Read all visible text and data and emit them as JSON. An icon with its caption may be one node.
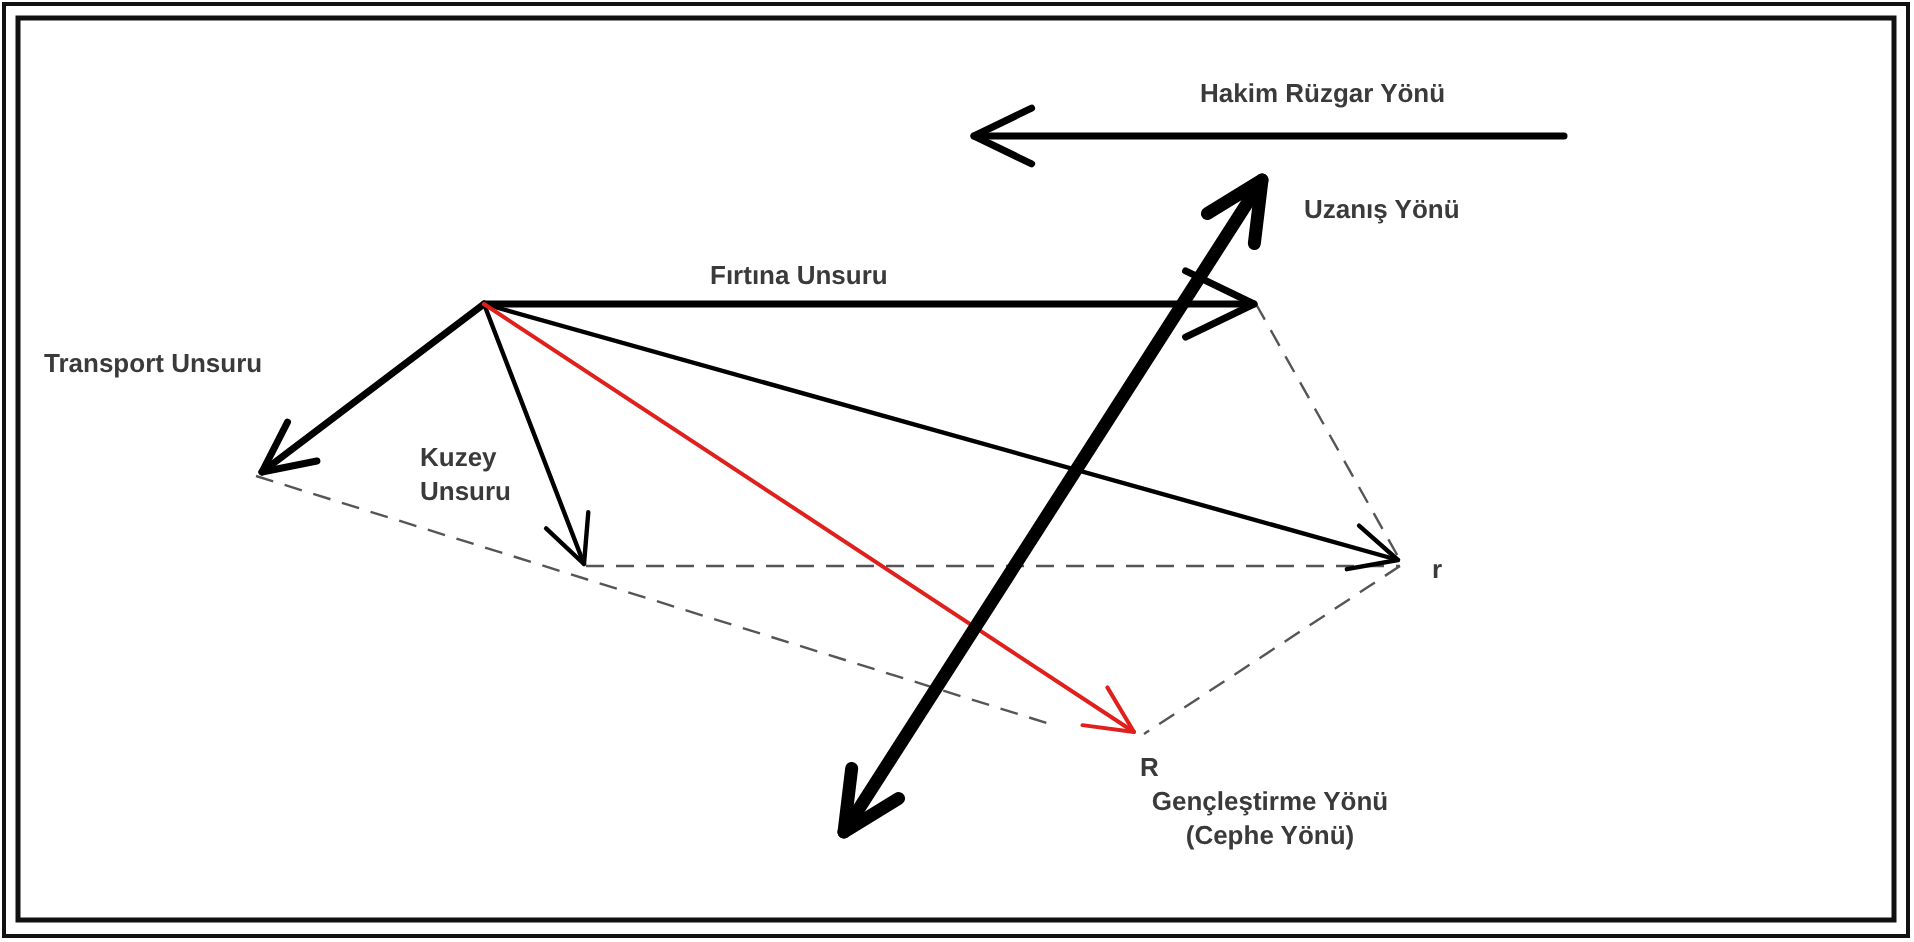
{
  "diagram": {
    "labels": [
      "Hakim Rüzgar Yönü",
      "Uzanış Yönü",
      "Fırtına Unsuru",
      "Transport Unsuru",
      "Kuzey Unsuru",
      "r",
      "R",
      "Gençleştirme Yönü (Cephe Yönü)"
    ]
  }
}
